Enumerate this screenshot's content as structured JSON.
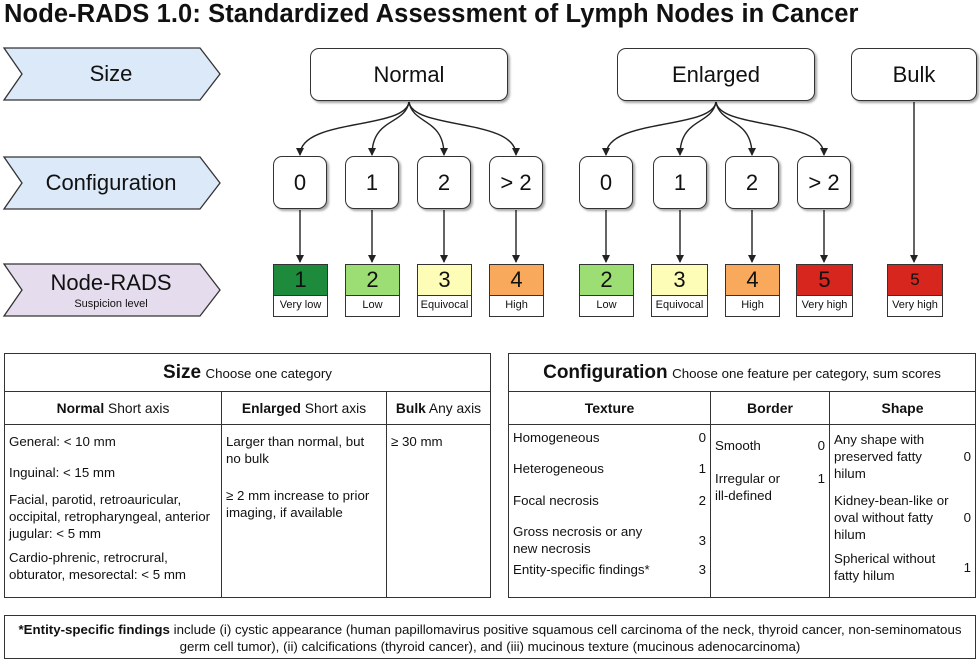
{
  "title": "Node-RADS 1.0: Standardized Assessment of Lymph Nodes in Cancer",
  "rows": {
    "size": "Size",
    "configuration": "Configuration",
    "noderads": "Node-RADS",
    "noderads_sub": "Suspicion level"
  },
  "size_boxes": {
    "normal": "Normal",
    "enlarged": "Enlarged",
    "bulk": "Bulk"
  },
  "config_boxes": {
    "normal": [
      "0",
      "1",
      "2",
      "> 2"
    ],
    "enlarged": [
      "0",
      "1",
      "2",
      "> 2"
    ]
  },
  "scores": {
    "normal": [
      {
        "value": "1",
        "label": "Very low",
        "color": "#1e8a3c"
      },
      {
        "value": "2",
        "label": "Low",
        "color": "#9dde74"
      },
      {
        "value": "3",
        "label": "Equivocal",
        "color": "#fdfdb8"
      },
      {
        "value": "4",
        "label": "High",
        "color": "#f8a95c"
      }
    ],
    "enlarged": [
      {
        "value": "2",
        "label": "Low",
        "color": "#9dde74"
      },
      {
        "value": "3",
        "label": "Equivocal",
        "color": "#fdfdb8"
      },
      {
        "value": "4",
        "label": "High",
        "color": "#f8a95c"
      },
      {
        "value": "5",
        "label": "Very high",
        "color": "#d7261e"
      }
    ],
    "bulk": {
      "value": "5",
      "label": "Very high",
      "color": "#d7261e"
    }
  },
  "size_table": {
    "title": "Size",
    "subtitle": "Choose one category",
    "headers": [
      {
        "bold": "Normal",
        "rest": "Short axis"
      },
      {
        "bold": "Enlarged",
        "rest": "Short axis"
      },
      {
        "bold": "Bulk",
        "rest": "Any axis"
      }
    ],
    "normal": [
      "General: < 10 mm",
      "Inguinal: < 15 mm",
      "Facial, parotid, retroauricular, occipital, retropharyngeal, anterior jugular: < 5 mm",
      "Cardio-phrenic, retrocrural, obturator, mesorectal: < 5 mm"
    ],
    "enlarged": [
      "Larger than normal, but no bulk",
      "≥ 2 mm increase to prior imaging, if available"
    ],
    "bulk": [
      "≥ 30 mm"
    ]
  },
  "config_table": {
    "title": "Configuration",
    "subtitle": "Choose one feature per category, sum scores",
    "headers": [
      "Texture",
      "Border",
      "Shape"
    ],
    "texture": [
      {
        "label": "Homogeneous",
        "score": "0"
      },
      {
        "label": "Heterogeneous",
        "score": "1"
      },
      {
        "label": "Focal necrosis",
        "score": "2"
      },
      {
        "label": "Gross necrosis or any new necrosis",
        "score": "3"
      },
      {
        "label": "Entity-specific findings*",
        "score": "3"
      }
    ],
    "border": [
      {
        "label": "Smooth",
        "score": "0"
      },
      {
        "label": "Irregular or ill-defined",
        "score": "1"
      }
    ],
    "shape": [
      {
        "label": "Any shape with preserved fatty hilum",
        "score": "0"
      },
      {
        "label": "Kidney-bean-like or oval without fatty hilum",
        "score": "0"
      },
      {
        "label": "Spherical without fatty hilum",
        "score": "1"
      }
    ]
  },
  "footnote": {
    "bold": "*Entity-specific findings",
    "text": " include (i) cystic appearance (human papillomavirus positive squamous cell carcinoma of the neck, thyroid cancer, non-seminomatous germ cell tumor), (ii) calcifications (thyroid cancer), and (iii) mucinous texture (mucinous adenocarcinoma)"
  },
  "colors": {
    "size_arrow": "#dbe9f9",
    "node_arrow": "#e5dcee"
  }
}
